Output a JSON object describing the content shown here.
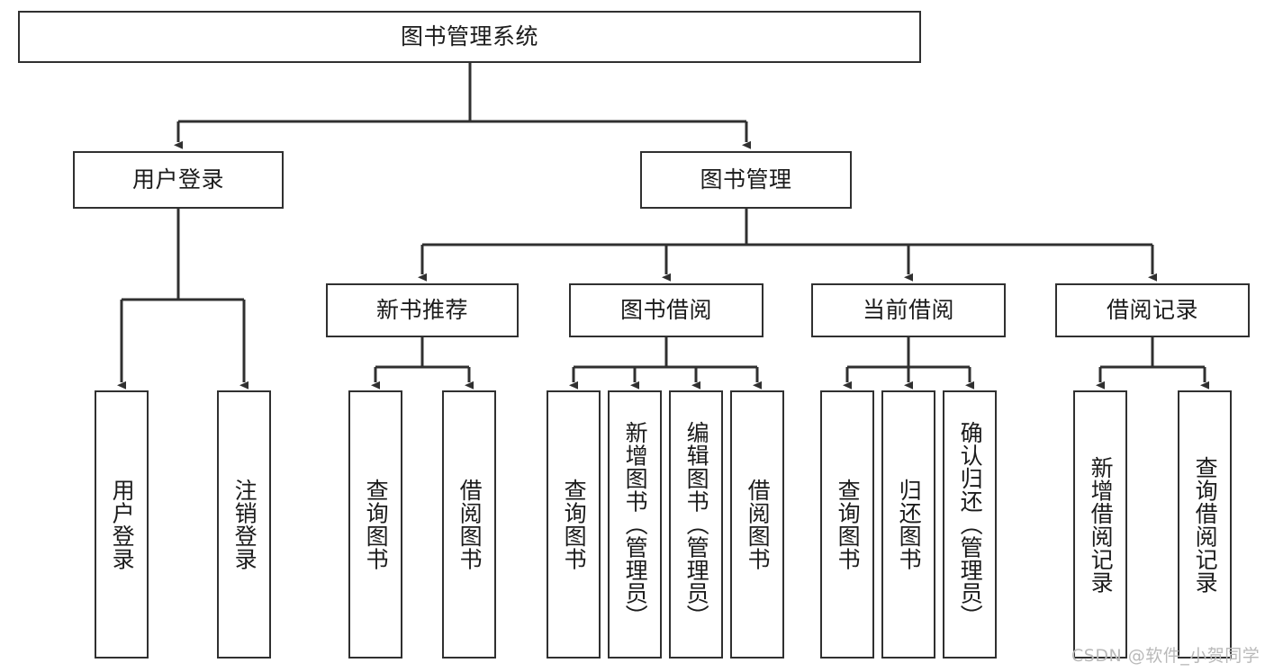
{
  "diagram": {
    "title_node": {
      "label": "图书管理系统"
    },
    "level2": [
      {
        "id": "user-login",
        "label": "用户登录"
      },
      {
        "id": "book-manage",
        "label": "图书管理"
      }
    ],
    "level3": [
      {
        "id": "new-book-recommend",
        "label": "新书推荐"
      },
      {
        "id": "book-borrow",
        "label": "图书借阅"
      },
      {
        "id": "current-borrow",
        "label": "当前借阅"
      },
      {
        "id": "borrow-record",
        "label": "借阅记录"
      }
    ],
    "leaves": {
      "user_login": [
        {
          "id": "leaf-user-login",
          "label": "用户登录"
        },
        {
          "id": "leaf-logout-login",
          "label": "注销登录"
        }
      ],
      "new_book_recommend": [
        {
          "id": "leaf-query-book-1",
          "label": "查询图书"
        },
        {
          "id": "leaf-borrow-book-1",
          "label": "借阅图书"
        }
      ],
      "book_borrow": [
        {
          "id": "leaf-query-book-2",
          "label": "查询图书"
        },
        {
          "id": "leaf-add-book",
          "label": "新增图书（管理员）"
        },
        {
          "id": "leaf-edit-book",
          "label": "编辑图书（管理员）"
        },
        {
          "id": "leaf-borrow-book-2",
          "label": "借阅图书"
        }
      ],
      "current_borrow": [
        {
          "id": "leaf-query-book-3",
          "label": "查询图书"
        },
        {
          "id": "leaf-return-book",
          "label": "归还图书"
        },
        {
          "id": "leaf-confirm-return",
          "label": "确认归还（管理员）"
        }
      ],
      "borrow_record": [
        {
          "id": "leaf-add-record",
          "label": "新增借阅记录"
        },
        {
          "id": "leaf-query-record",
          "label": "查询借阅记录"
        }
      ]
    },
    "watermark": "CSDN @软件_小贺同学",
    "colors": {
      "border": "#303030",
      "text": "#1b1b1b",
      "background": "#ffffff",
      "edge": "#303030",
      "watermark": "#b9b9b9"
    }
  }
}
